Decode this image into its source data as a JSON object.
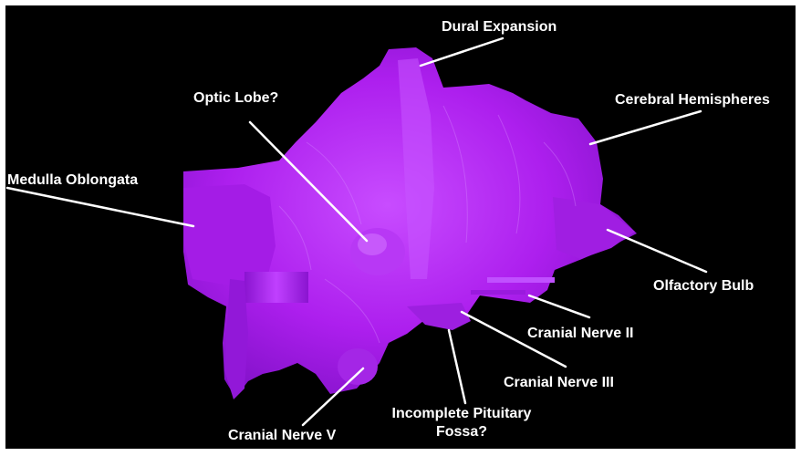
{
  "colors": {
    "background": "#000000",
    "specimen": "#b322f0",
    "label_text": "#ffffff"
  },
  "labels": {
    "dural_expansion": "Dural Expansion",
    "optic_lobe": "Optic Lobe?",
    "cerebral_hemispheres": "Cerebral Hemispheres",
    "medulla_oblongata": "Medulla Oblongata",
    "olfactory_bulb": "Olfactory Bulb",
    "cranial_nerve_ii": "Cranial Nerve II",
    "cranial_nerve_iii": "Cranial Nerve III",
    "pituitary_line1": "Incomplete Pituitary",
    "pituitary_line2": "Fossa?",
    "cranial_nerve_v": "Cranial Nerve V"
  }
}
